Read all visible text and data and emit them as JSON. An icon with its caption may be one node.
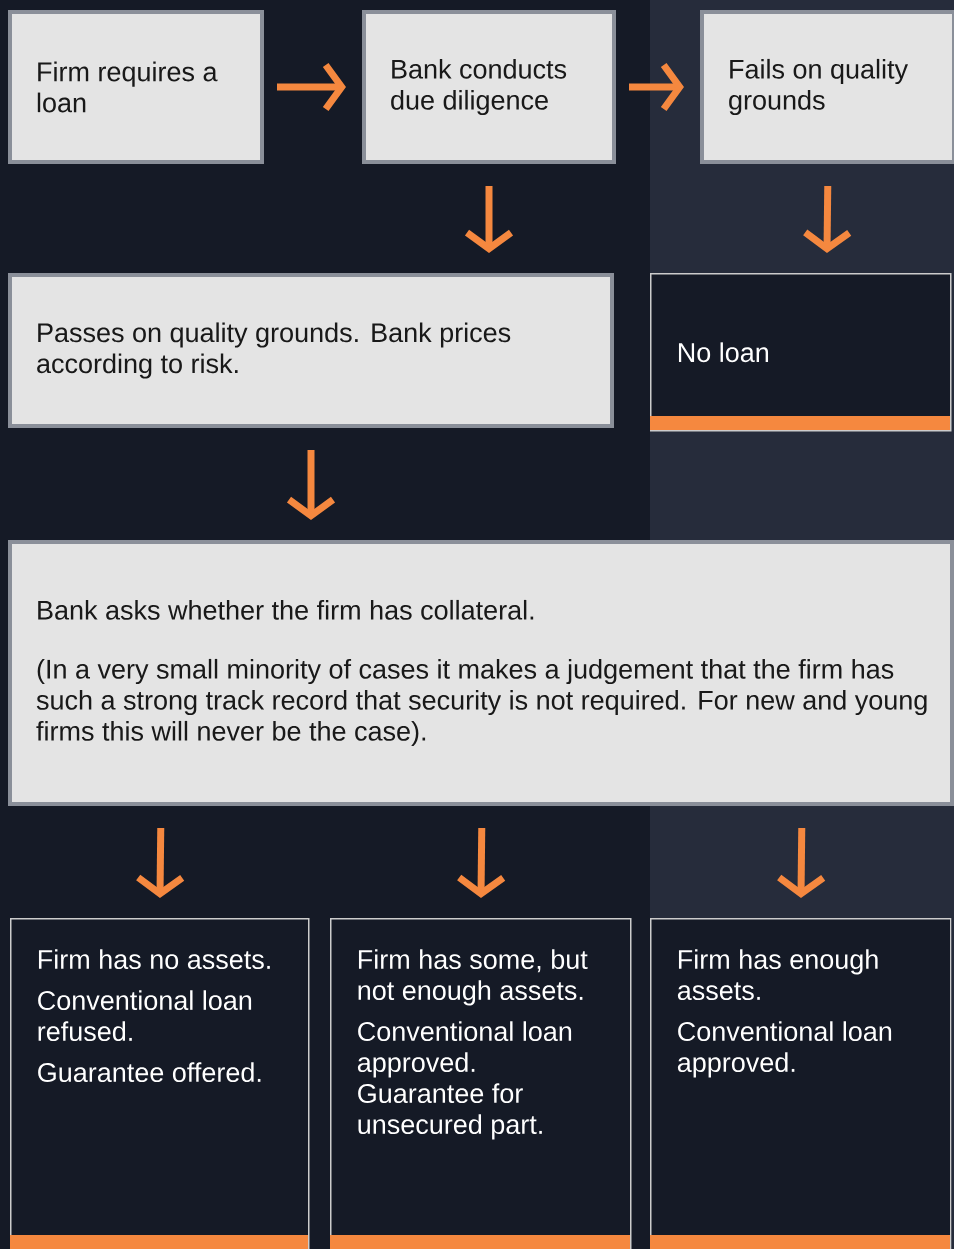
{
  "diagram": {
    "nodes": [
      {
        "text": [
          "Firm requires a loan"
        ]
      },
      {
        "text": [
          "Bank conducts due diligence"
        ]
      },
      {
        "text": [
          "Fails on quality grounds"
        ]
      },
      {
        "text": [
          "Passes on quality grounds. Bank prices according to risk."
        ]
      },
      {
        "text": [
          "No loan"
        ]
      },
      {
        "text": [
          "Bank asks whether the firm has collateral.",
          "(In a very small minority of cases it makes a judgement that the firm has such a strong track record that security is not required. For new and young firms this will never be the case)."
        ]
      },
      {
        "text": [
          "Firm has no assets.",
          "Conventional loan refused.",
          "Guarantee offered."
        ]
      },
      {
        "text": [
          "Firm has some, but not enough assets.",
          "Conventional loan approved. Guarantee for unsecured part."
        ]
      },
      {
        "text": [
          "Firm has enough assets.",
          "Conventional loan approved."
        ]
      }
    ],
    "edges": [
      {
        "from": 0,
        "to": 1,
        "arrow": "to"
      },
      {
        "from": 1,
        "to": 2,
        "arrow": "to"
      },
      {
        "from": 1,
        "to": 3,
        "arrow": "to"
      },
      {
        "from": 2,
        "to": 4,
        "arrow": "to"
      },
      {
        "from": 3,
        "to": 5,
        "arrow": "to"
      },
      {
        "from": 5,
        "to": 6,
        "arrow": "to"
      },
      {
        "from": 5,
        "to": 7,
        "arrow": "to"
      },
      {
        "from": 5,
        "to": 8,
        "arrow": "to"
      }
    ]
  }
}
